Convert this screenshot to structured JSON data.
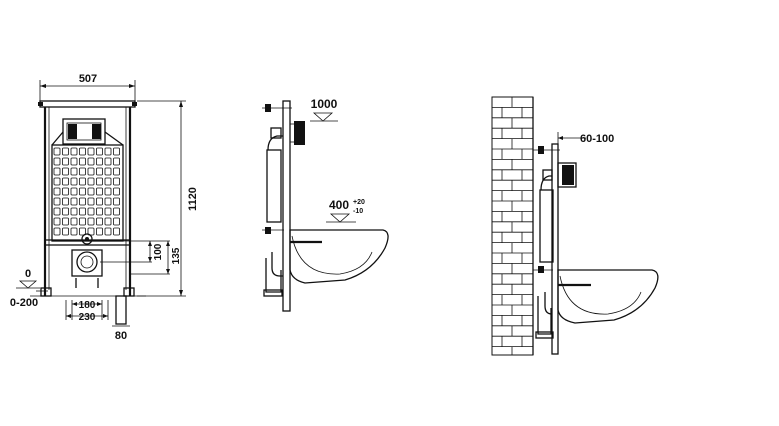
{
  "front_view": {
    "width_label": "507",
    "height_label": "1120",
    "floor_label_top": "0",
    "floor_label_bottom": "0-200",
    "inner_width_label": "180",
    "outer_width_label": "230",
    "foot_label": "80",
    "dim_100_label": "100",
    "dim_135_label": "135"
  },
  "side_view": {
    "height_label": "1000",
    "bowl_height_label": "400",
    "tolerance_plus": "+20",
    "tolerance_minus": "-10"
  },
  "wall_view": {
    "depth_label": "60-100"
  },
  "colors": {
    "ink": "#111111",
    "paper": "#ffffff"
  }
}
